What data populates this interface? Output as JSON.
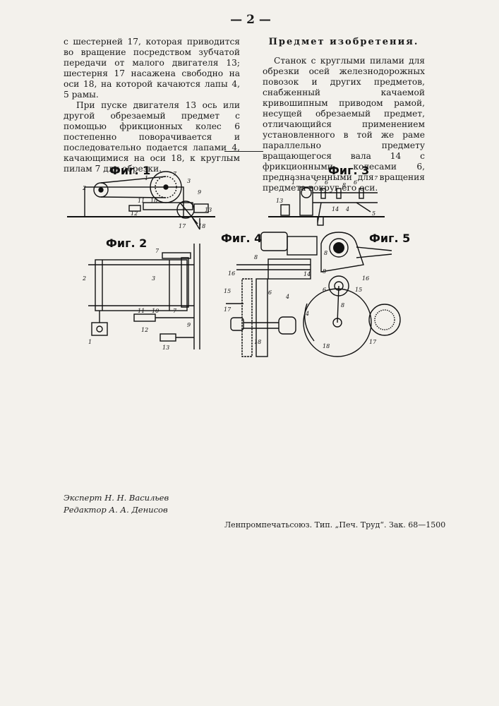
{
  "page_number": "— 2 —",
  "left_column": {
    "paragraph1": "с шестерней 17, которая приводится во вращение посредством зубчатой передачи от малого двигателя 13; шестерня 17 насажена свободно на оси 18, на которой качаются лапы 4, 5 рамы.",
    "paragraph2": "При пуске двигателя 13 ось или другой обрезаемый предмет с помощью фрикционных колес 6 постепенно поворачивается и последовательно подается лапами 4, качающимися на оси 18, к круглым пилам 7 для обрезки."
  },
  "right_column": {
    "heading": "Предмет изобретения.",
    "text": "Станок с круглыми пилами для обрезки осей железнодорожных повозок и других предметов, снабженный качаемой кривошипным приводом рамой, несущей обрезаемый предмет, отличающийся применением установленного в той же раме параллельно предмету вращающегося вала 14 с фрикционными колесами 6, предназначенными для вращения предмета вокруг его оси."
  },
  "figures": {
    "labels": [
      "Фиг. 1",
      "Фиг. 2",
      "Фиг. 3",
      "Фиг. 4",
      "Фиг. 5"
    ],
    "fig1_numbers": [
      "2",
      "1",
      "7",
      "3",
      "9",
      "10",
      "11",
      "12",
      "13",
      "17",
      "18"
    ],
    "fig2_numbers": [
      "7",
      "2",
      "3",
      "11",
      "10",
      "7",
      "9",
      "12",
      "13",
      "1"
    ],
    "fig3_numbers": [
      "1",
      "7",
      "6",
      "6",
      "8",
      "7",
      "13",
      "4",
      "14",
      "5"
    ],
    "fig4_numbers": [
      "8",
      "14",
      "16",
      "15",
      "6",
      "4",
      "17",
      "18"
    ],
    "fig5_numbers": [
      "8",
      "8",
      "16",
      "6",
      "15",
      "4",
      "8",
      "18",
      "17"
    ]
  },
  "credits": {
    "expert": "Эксперт Н. Н. Васильев",
    "editor": "Редактор А. А. Денисов"
  },
  "printer": "Ленпромпечатьсоюз. Тип. „Печ. Труд“. Зак. 68—1500"
}
